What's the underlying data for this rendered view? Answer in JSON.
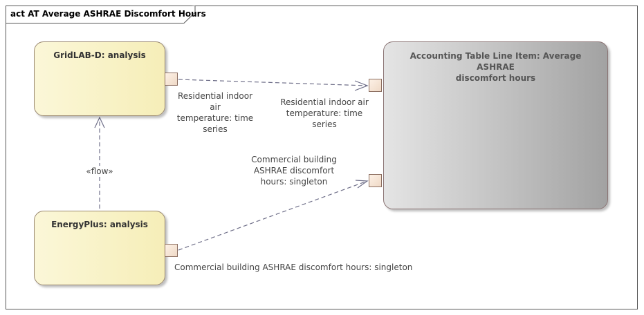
{
  "diagram": {
    "frame_title": "act AT Average ASHRAE Discomfort Hours",
    "nodes": {
      "gridlabd": "GridLAB-D: analysis",
      "energyplus": "EnergyPlus: analysis",
      "accounting_line1": "Accounting Table Line Item: Average ASHRAE",
      "accounting_line2": "discomfort hours"
    },
    "labels": {
      "grid_out_pin": [
        "Residential indoor air",
        "temperature: time",
        "series"
      ],
      "acct_in_pin_1": [
        "Residential indoor air",
        "temperature: time",
        "series"
      ],
      "acct_in_pin_2": [
        "Commercial building",
        "ASHRAE discomfort",
        "hours: singleton"
      ],
      "eplus_out_pin": "Commercial building ASHRAE discomfort hours: singleton",
      "flow_stereotype": "«flow»"
    }
  }
}
